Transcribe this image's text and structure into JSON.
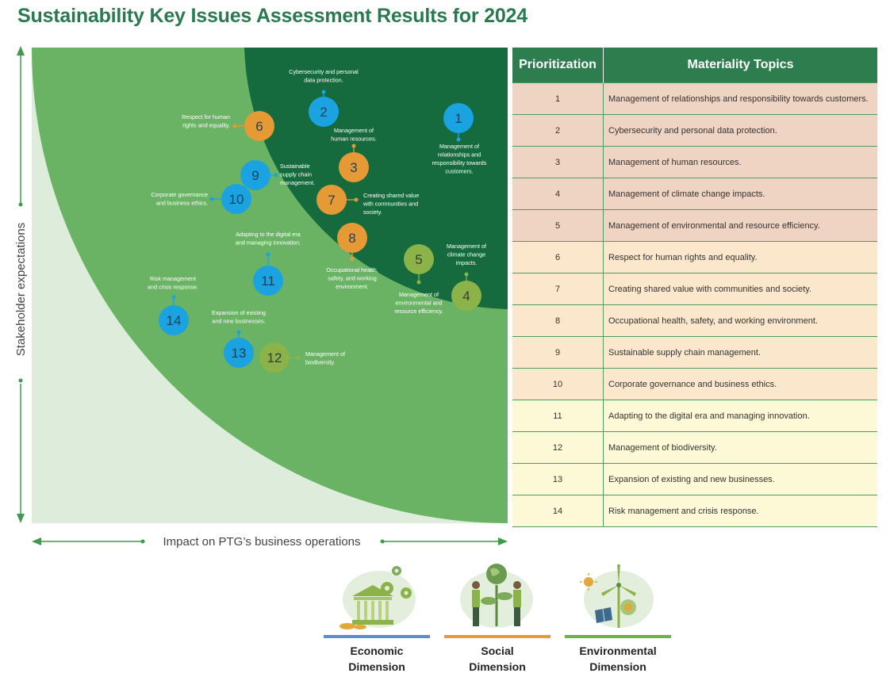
{
  "title": "Sustainability Key Issues Assessment Results for 2024",
  "axes": {
    "y_label": "Stakeholder expectations",
    "x_label": "Impact on PTG’s business operations"
  },
  "colors": {
    "title": "#2a7a4f",
    "economic": "#1aa3e0",
    "social": "#e69a35",
    "environmental": "#8bb34a",
    "zone_high": "#156b3d",
    "zone_mid": "#6ab365",
    "zone_low": "#deecdb"
  },
  "chart_data": {
    "type": "scatter",
    "title": "Sustainability Key Issues Assessment Results for 2024",
    "xlabel": "Impact on PTG’s business operations",
    "ylabel": "Stakeholder expectations",
    "series": [
      {
        "name": "Economic Dimension",
        "points": [
          2,
          9,
          10,
          11,
          13,
          14
        ]
      },
      {
        "name": "Social Dimension",
        "points": [
          3,
          6,
          7,
          8
        ]
      },
      {
        "name": "Environmental Dimension",
        "points": [
          4,
          5,
          12
        ]
      },
      {
        "name": "",
        "points": [
          1
        ]
      }
    ],
    "points": [
      {
        "id": "1",
        "dimension": "economic",
        "label": "Management of relationships and responsibility towards customers.",
        "lines": [
          "Management of",
          "relationships and",
          "responsibility towards",
          "customers."
        ]
      },
      {
        "id": "2",
        "dimension": "economic",
        "label": "Cybersecurity and personal data protection.",
        "lines": [
          "Cybersecurity and personal",
          "data protection."
        ]
      },
      {
        "id": "3",
        "dimension": "social",
        "label": "Management of human resources.",
        "lines": [
          "Management of",
          "human resources."
        ]
      },
      {
        "id": "4",
        "dimension": "environmental",
        "label": "Management of climate change impacts.",
        "lines": [
          "Management of",
          "climate change",
          "impacts."
        ]
      },
      {
        "id": "5",
        "dimension": "environmental",
        "label": "Management of environmental and resource efficiency.",
        "lines": [
          "Management of",
          "environmental and",
          "resource efficiency."
        ]
      },
      {
        "id": "6",
        "dimension": "social",
        "label": "Respect for human rights and equality.",
        "lines": [
          "Respect for human",
          "rights and equality."
        ]
      },
      {
        "id": "7",
        "dimension": "social",
        "label": "Creating shared value with communities and society.",
        "lines": [
          "Creating shared value",
          "with communities and",
          "society."
        ]
      },
      {
        "id": "8",
        "dimension": "social",
        "label": "Occupational health, safety, and working environment.",
        "lines": [
          "Occupational health,",
          "safety, and working",
          "environment."
        ]
      },
      {
        "id": "9",
        "dimension": "economic",
        "label": "Sustainable supply chain management.",
        "lines": [
          "Sustainable",
          "supply chain",
          "management."
        ]
      },
      {
        "id": "10",
        "dimension": "economic",
        "label": "Corporate governance and business ethics.",
        "lines": [
          "Corporate governance",
          "and business ethics."
        ]
      },
      {
        "id": "11",
        "dimension": "economic",
        "label": "Adapting to the digital era and managing innovation.",
        "lines": [
          "Adapting to the digital era",
          "and managing innovation."
        ]
      },
      {
        "id": "12",
        "dimension": "environmental",
        "label": "Management of biodiversity.",
        "lines": [
          "Management of",
          "biodiversity."
        ]
      },
      {
        "id": "13",
        "dimension": "economic",
        "label": "Expansion of existing and new businesses.",
        "lines": [
          "Expansion of existing",
          "and new businesses."
        ]
      },
      {
        "id": "14",
        "dimension": "economic",
        "label": "Risk management and crisis response.",
        "lines": [
          "Risk management",
          "and crisis response."
        ]
      }
    ]
  },
  "table": {
    "headers": [
      "Prioritization",
      "Materiality Topics"
    ],
    "rows": [
      {
        "num": "1",
        "topic": "Management of relationships and responsibility towards customers.",
        "tier": "high"
      },
      {
        "num": "2",
        "topic": "Cybersecurity and personal data protection.",
        "tier": "high"
      },
      {
        "num": "3",
        "topic": "Management of human resources.",
        "tier": "high"
      },
      {
        "num": "4",
        "topic": "Management of climate change impacts.",
        "tier": "high"
      },
      {
        "num": "5",
        "topic": "Management of environmental and resource efficiency.",
        "tier": "high"
      },
      {
        "num": "6",
        "topic": "Respect for human rights and equality.",
        "tier": "mid"
      },
      {
        "num": "7",
        "topic": "Creating shared value with communities and society.",
        "tier": "mid"
      },
      {
        "num": "8",
        "topic": "Occupational health, safety, and working environment.",
        "tier": "mid"
      },
      {
        "num": "9",
        "topic": "Sustainable supply chain management.",
        "tier": "mid"
      },
      {
        "num": "10",
        "topic": "Corporate governance and business ethics.",
        "tier": "mid"
      },
      {
        "num": "11",
        "topic": "Adapting to the digital era and managing innovation.",
        "tier": "low"
      },
      {
        "num": "12",
        "topic": "Management of biodiversity.",
        "tier": "low"
      },
      {
        "num": "13",
        "topic": "Expansion of existing and new businesses.",
        "tier": "low"
      },
      {
        "num": "14",
        "topic": "Risk management and crisis response.",
        "tier": "low"
      }
    ]
  },
  "dimensions": [
    {
      "lines": [
        "Economic",
        "Dimension"
      ],
      "color": "#5b8fc7",
      "icon": "bank-gears-icon"
    },
    {
      "lines": [
        "Social",
        "Dimension"
      ],
      "color": "#e69a35",
      "icon": "people-globe-icon"
    },
    {
      "lines": [
        "Environmental",
        "Dimension"
      ],
      "color": "#6ab34a",
      "icon": "wind-solar-icon"
    }
  ]
}
